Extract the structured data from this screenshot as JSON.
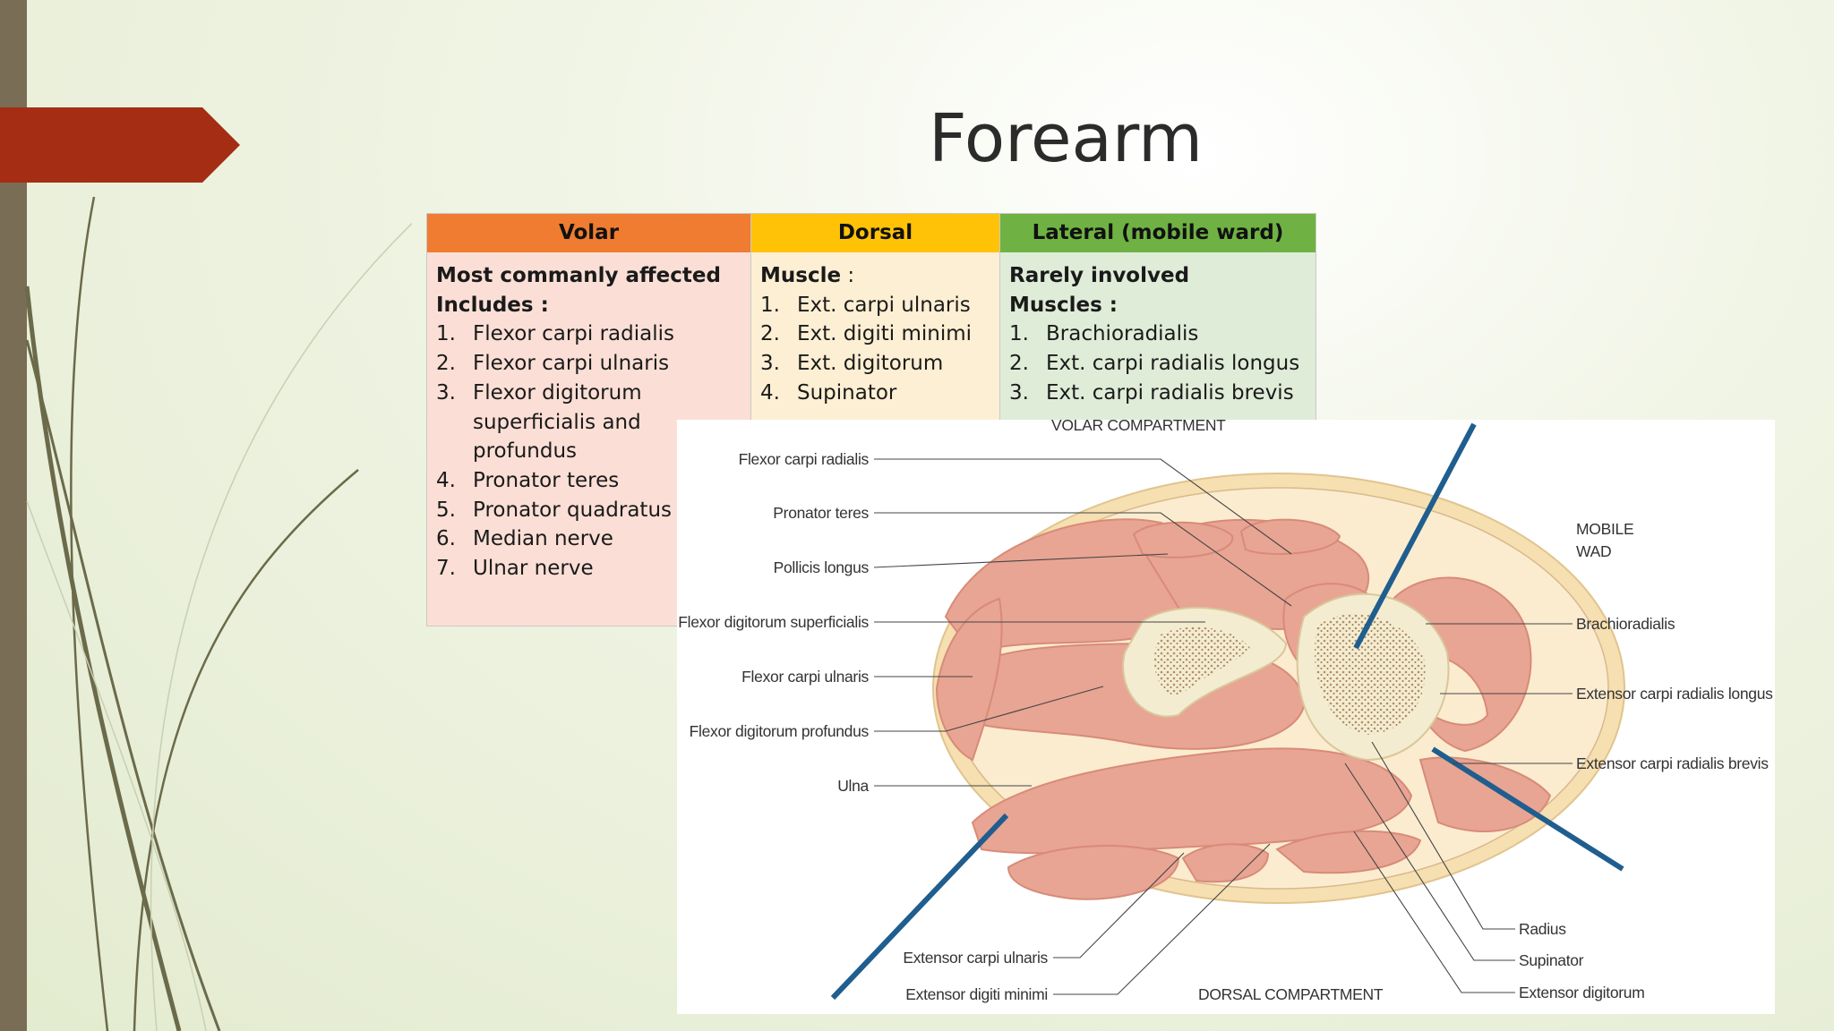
{
  "slide": {
    "title": "Forearm"
  },
  "table": {
    "volar": {
      "header": "Volar",
      "lead": "Most commanly affected",
      "sublead": "Includes :",
      "items": [
        {
          "n": "1.",
          "text": "Flexor carpi radialis"
        },
        {
          "n": "2.",
          "text": "Flexor carpi ulnaris"
        },
        {
          "n": "3.",
          "text": "Flexor digitorum superficialis and profundus"
        },
        {
          "n": "4.",
          "text": "Pronator teres"
        },
        {
          "n": "5.",
          "text": "Pronator quadratus"
        },
        {
          "n": "6.",
          "text": "Median nerve"
        },
        {
          "n": "7.",
          "text": "Ulnar nerve"
        }
      ]
    },
    "dorsal": {
      "header": "Dorsal",
      "lead": "Muscle",
      "lead_suffix": " :",
      "items": [
        {
          "n": "1.",
          "text": "Ext. carpi ulnaris"
        },
        {
          "n": "2.",
          "text": "Ext. digiti minimi"
        },
        {
          "n": "3.",
          "text": "Ext. digitorum"
        },
        {
          "n": "4.",
          "text": "Supinator"
        }
      ]
    },
    "lateral": {
      "header": "Lateral (mobile ward)",
      "lead": "Rarely involved",
      "sublead": "Muscles :",
      "items": [
        {
          "n": "1.",
          "text": "Brachioradialis"
        },
        {
          "n": "2.",
          "text": "Ext. carpi radialis longus"
        },
        {
          "n": "3.",
          "text": "Ext. carpi radialis brevis"
        }
      ]
    }
  },
  "diagram": {
    "volar_compartment": "VOLAR COMPARTMENT",
    "dorsal_compartment": "DORSAL COMPARTMENT",
    "mobile_wad_line1": "MOBILE",
    "mobile_wad_line2": "WAD",
    "labels_left": [
      "Flexor carpi radialis",
      "Pronator teres",
      "Pollicis longus",
      "Flexor digitorum superficialis",
      "Flexor carpi ulnaris",
      "Flexor digitorum profundus",
      "Ulna"
    ],
    "labels_right": [
      "Brachioradialis",
      "Extensor carpi radialis longus",
      "Extensor carpi radialis brevis"
    ],
    "labels_bottom_left": [
      "Extensor carpi ulnaris",
      "Extensor digiti minimi"
    ],
    "labels_bottom_right": [
      "Radius",
      "Supinator",
      "Extensor digitorum"
    ],
    "colors": {
      "skin": "#f6dfb0",
      "muscle": "#e8a593",
      "muscle_edge": "#d88b78",
      "bone": "#f3ecd0",
      "bone_marrow": "#b38f6a",
      "septum": "#1f5e8e"
    }
  },
  "theme": {
    "accent_tab": "#a42d13",
    "left_bar": "#7a6d55"
  }
}
